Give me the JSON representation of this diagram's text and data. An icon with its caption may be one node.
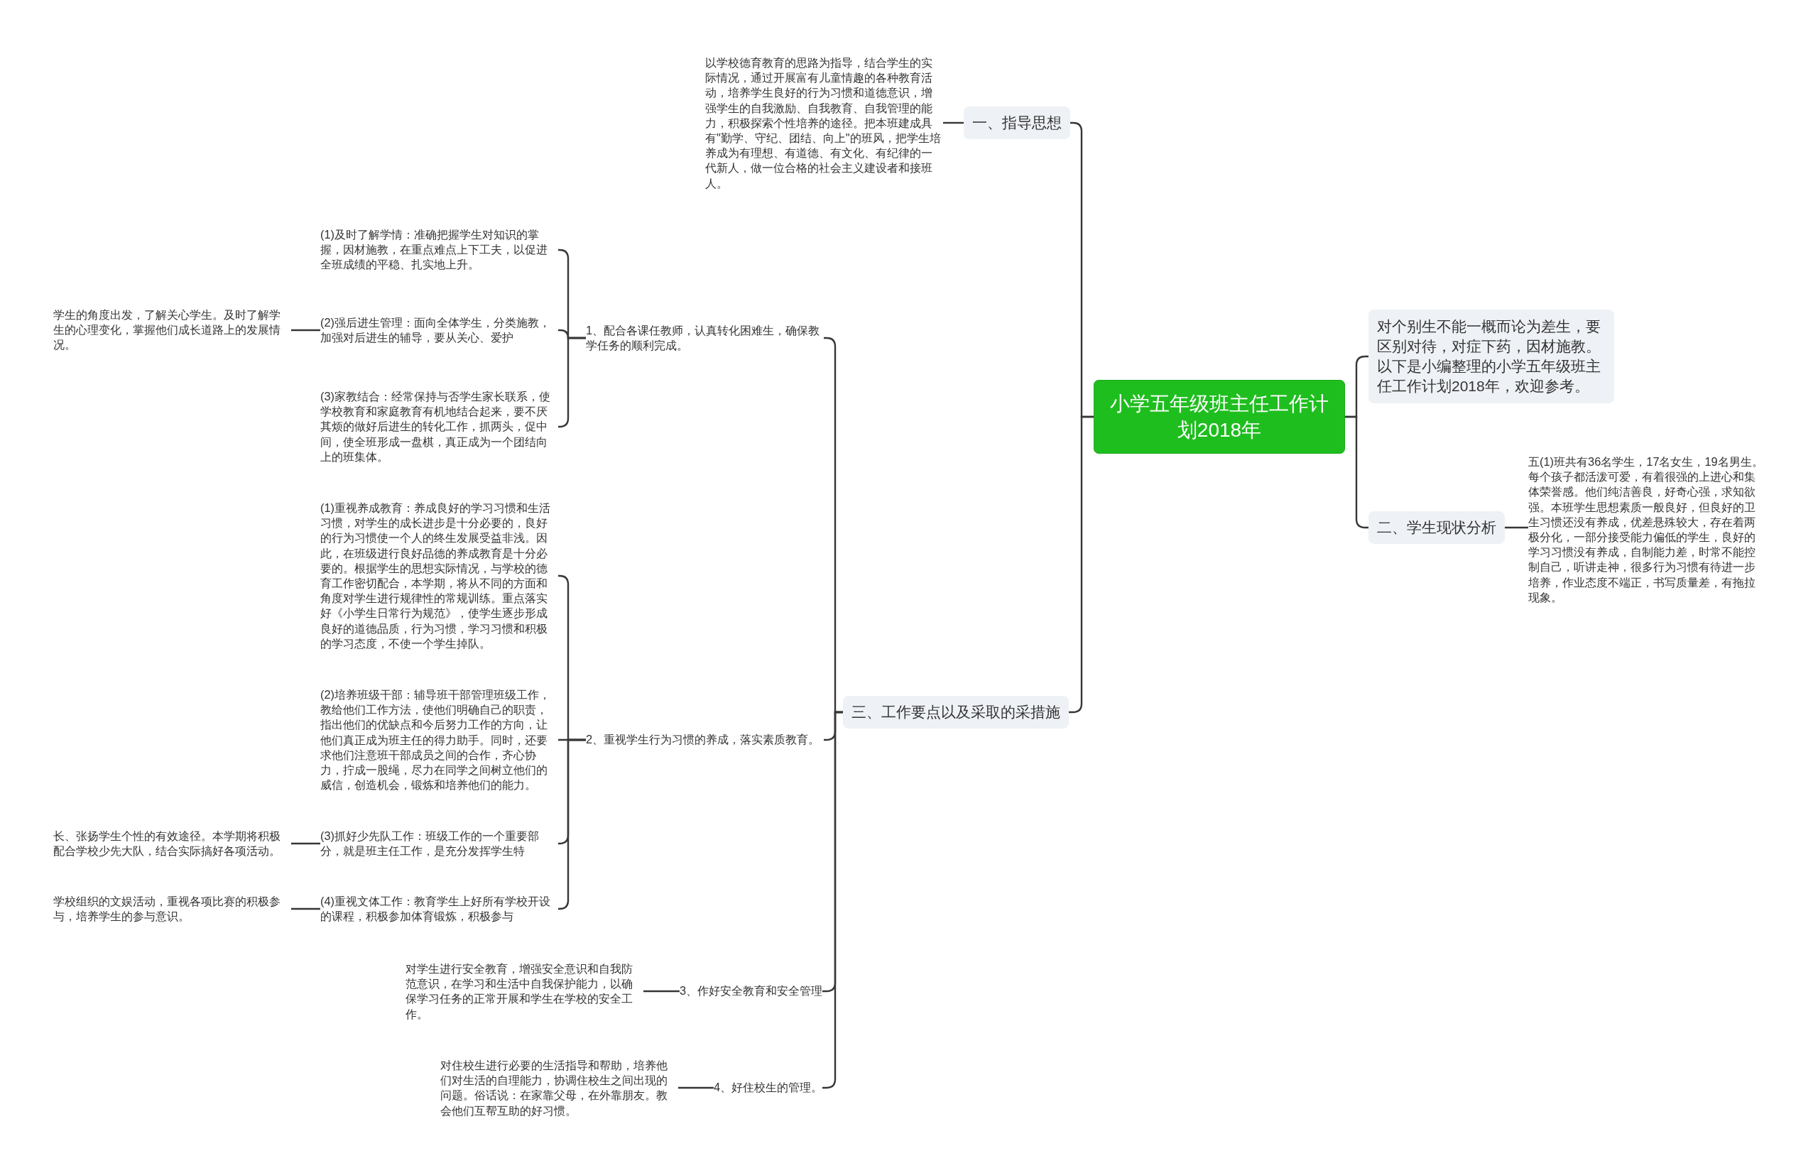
{
  "diagram": {
    "nodes": [
      {
        "text": [
          "小学五年级班主任工作计划2018年"
        ]
      },
      {
        "text": [
          "对个别生不能一概而论为差生，要区别对待，对症下药，因材施教。以下是小编整理的小学五年级班主任工作计划2018年，欢迎参考。"
        ]
      },
      {
        "text": [
          "二、学生现状分析"
        ]
      },
      {
        "text": [
          "五(1)班共有36名学生，17名女生，19名男生。每个孩子都活泼可爱，有着很强的上进心和集体荣誉感。他们纯洁善良，好奇心强，求知欲强。本班学生思想素质一般良好，但良好的卫生习惯还没有养成，优差悬殊较大，存在着两极分化，一部分接受能力偏低的学生，良好的学习习惯没有养成，自制能力差，时常不能控制自己，听讲走神，很多行为习惯有待进一步培养，作业态度不端正，书写质量差，有拖拉现象。"
        ]
      },
      {
        "text": [
          "一、指导思想"
        ]
      },
      {
        "text": [
          "以学校德育教育的思路为指导，结合学生的实际情况，通过开展富有儿童情趣的各种教育活动，培养学生良好的行为习惯和道德意识，增强学生的自我激励、自我教育、自我管理的能力，积极探索个性培养的途径。把本班建成具有\"勤学、守纪、团结、向上\"的班风，把学生培养成为有理想、有道德、有文化、有纪律的一代新人，做一位合格的社会主义建设者和接班人。"
        ]
      },
      {
        "text": [
          "三、工作要点以及采取的采措施"
        ]
      },
      {
        "text": [
          "1、配合各课任教师，认真转化困难生，确保教学任务的顺利完成。"
        ]
      },
      {
        "text": [
          "(1)及时了解学情：准确把握学生对知识的掌握，因材施教，在重点难点上下工夫，以促进全班成绩的平稳、扎实地上升。"
        ]
      },
      {
        "text": [
          "(2)强后进生管理：面向全体学生，分类施教，加强对后进生的辅导，要从关心、爱护"
        ]
      },
      {
        "text": [
          "学生的角度出发，了解关心学生。及时了解学生的心理变化，掌握他们成长道路上的发展情况。"
        ]
      },
      {
        "text": [
          "(3)家教结合：经常保持与否学生家长联系，使学校教育和家庭教育有机地结合起来，要不厌其烦的做好后进生的转化工作，抓两头，促中间，使全班形成一盘棋，真正成为一个团结向上的班集体。"
        ]
      },
      {
        "text": [
          "2、重视学生行为习惯的养成，落实素质教育。"
        ]
      },
      {
        "text": [
          "(1)重视养成教育：养成良好的学习习惯和生活习惯，对学生的成长进步是十分必要的，良好的行为习惯使一个人的终生发展受益非浅。因此，在班级进行良好品德的养成教育是十分必要的。根据学生的思想实际情况，与学校的德育工作密切配合，本学期，将从不同的方面和角度对学生进行规律性的常规训练。重点落实好《小学生日常行为规范》，使学生逐步形成良好的道德品质，行为习惯，学习习惯和积极的学习态度，不使一个学生掉队。"
        ]
      },
      {
        "text": [
          "(2)培养班级干部：辅导班干部管理班级工作，教给他们工作方法，使他们明确自己的职责，指出他们的优缺点和今后努力工作的方向，让他们真正成为班主任的得力助手。同时，还要求他们注意班干部成员之间的合作，齐心协力，拧成一股绳，尽力在同学之间树立他们的威信，创造机会，锻炼和培养他们的能力。"
        ]
      },
      {
        "text": [
          "(3)抓好少先队工作：班级工作的一个重要部分，就是班主任工作，是充分发挥学生特"
        ]
      },
      {
        "text": [
          "长、张扬学生个性的有效途径。本学期将积极配合学校少先大队，结合实际搞好各项活动。"
        ]
      },
      {
        "text": [
          "(4)重视文体工作：教育学生上好所有学校开设的课程，积极参加体育锻炼，积极参与"
        ]
      },
      {
        "text": [
          "学校组织的文娱活动，重视各项比赛的积极参与，培养学生的参与意识。"
        ]
      },
      {
        "text": [
          "3、作好安全教育和安全管理"
        ]
      },
      {
        "text": [
          "对学生进行安全教育，增强安全意识和自我防范意识，在学习和生活中自我保护能力，以确保学习任务的正常开展和学生在学校的安全工作。"
        ]
      },
      {
        "text": [
          "4、好住校生的管理。"
        ]
      },
      {
        "text": [
          "对住校生进行必要的生活指导和帮助，培养他们对生活的自理能力，协调住校生之间出现的问题。俗话说：在家靠父母，在外靠朋友。教会他们互帮互助的好习惯。"
        ]
      }
    ],
    "edges": [
      {
        "from": 0,
        "to": 1,
        "arrow": "none"
      },
      {
        "from": 0,
        "to": 2,
        "arrow": "none"
      },
      {
        "from": 2,
        "to": 3,
        "arrow": "none"
      },
      {
        "from": 0,
        "to": 4,
        "arrow": "none"
      },
      {
        "from": 4,
        "to": 5,
        "arrow": "none"
      },
      {
        "from": 0,
        "to": 6,
        "arrow": "none"
      },
      {
        "from": 6,
        "to": 7,
        "arrow": "none"
      },
      {
        "from": 7,
        "to": 8,
        "arrow": "none"
      },
      {
        "from": 7,
        "to": 9,
        "arrow": "none"
      },
      {
        "from": 9,
        "to": 10,
        "arrow": "none"
      },
      {
        "from": 7,
        "to": 11,
        "arrow": "none"
      },
      {
        "from": 6,
        "to": 12,
        "arrow": "none"
      },
      {
        "from": 12,
        "to": 13,
        "arrow": "none"
      },
      {
        "from": 12,
        "to": 14,
        "arrow": "none"
      },
      {
        "from": 12,
        "to": 15,
        "arrow": "none"
      },
      {
        "from": 15,
        "to": 16,
        "arrow": "none"
      },
      {
        "from": 12,
        "to": 17,
        "arrow": "none"
      },
      {
        "from": 17,
        "to": 18,
        "arrow": "none"
      },
      {
        "from": 6,
        "to": 19,
        "arrow": "none"
      },
      {
        "from": 19,
        "to": 20,
        "arrow": "none"
      },
      {
        "from": 6,
        "to": 21,
        "arrow": "none"
      },
      {
        "from": 21,
        "to": 22,
        "arrow": "none"
      }
    ]
  }
}
